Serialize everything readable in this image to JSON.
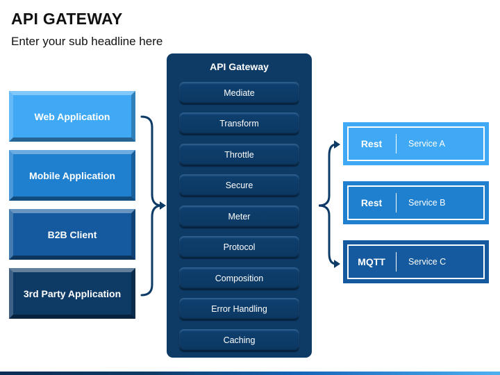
{
  "header": {
    "title": "API GATEWAY",
    "subtitle": "Enter your sub headline here"
  },
  "clients": [
    {
      "label": "Web Application",
      "color": "#3fa9f5"
    },
    {
      "label": "Mobile Application",
      "color": "#1f80d0"
    },
    {
      "label": "B2B Client",
      "color": "#155a9e"
    },
    {
      "label": "3rd Party Application",
      "color": "#0e3a66"
    }
  ],
  "gateway": {
    "title": "API Gateway",
    "items": [
      "Mediate",
      "Transform",
      "Throttle",
      "Secure",
      "Meter",
      "Protocol",
      "Composition",
      "Error Handling",
      "Caching"
    ],
    "color": "#0d3b66"
  },
  "services": [
    {
      "protocol": "Rest",
      "name": "Service A",
      "color": "#3fa9f5"
    },
    {
      "protocol": "Rest",
      "name": "Service B",
      "color": "#1f80d0"
    },
    {
      "protocol": "MQTT",
      "name": "Service C",
      "color": "#155a9e"
    }
  ],
  "connector_color": "#0d3b66"
}
